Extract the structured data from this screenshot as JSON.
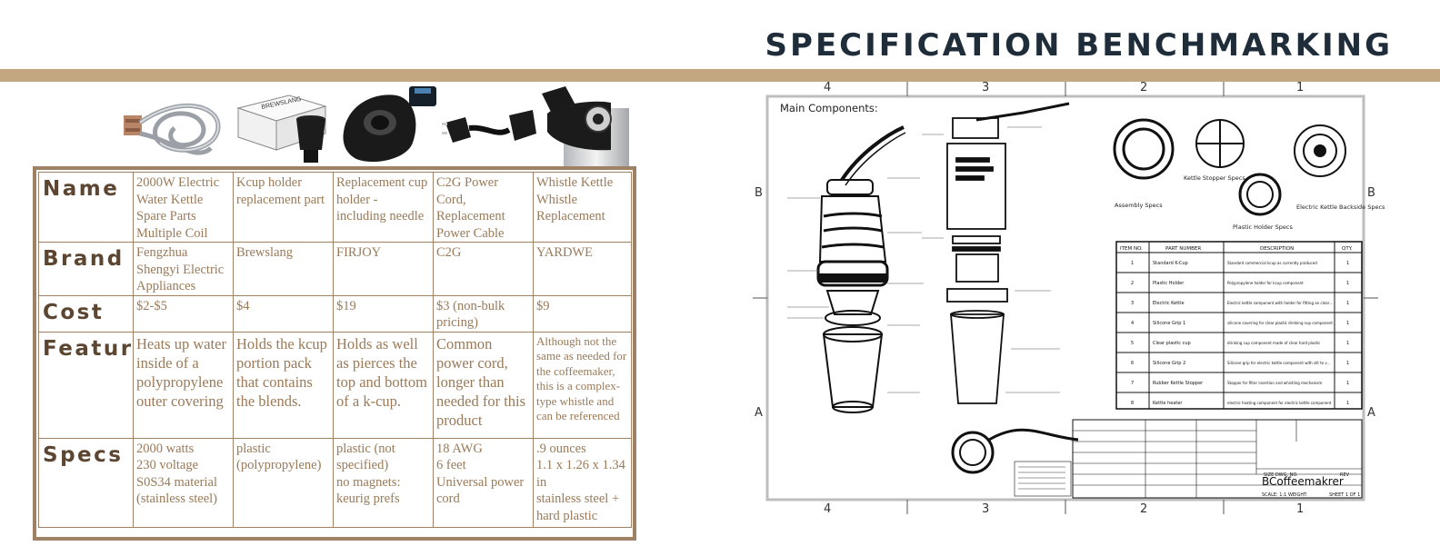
{
  "page": {
    "title": "SPECIFICATION BENCHMARKING"
  },
  "spec_table": {
    "rows": [
      {
        "label": "Name",
        "cells": [
          "2000W Electric Water Kettle Spare Parts Multiple Coil",
          "Kcup holder replacement part",
          "Replacement cup holder - including needle",
          "C2G Power Cord, Replacement Power Cable",
          "Whistle Kettle Whistle Replacement"
        ]
      },
      {
        "label": "Brand",
        "cells": [
          "Fengzhua Shengyi Electric Appliances",
          "Brewslang",
          "FIRJOY",
          "C2G",
          "YARDWE"
        ]
      },
      {
        "label": "Cost",
        "cells": [
          "$2-$5",
          "$4",
          "$19",
          "$3 (non-bulk pricing)",
          "$9"
        ]
      },
      {
        "label": "Features",
        "cells": [
          "Heats up water inside of a polypropylene outer covering",
          "Holds the kcup portion pack that contains the blends.",
          "Holds as well as pierces the top and bottom of a k-cup.",
          "Common power cord, longer than needed for this product",
          "Although not the same as needed for the coffeemaker, this is a complex-type whistle and can be referenced"
        ]
      },
      {
        "label": "Specs",
        "cells": [
          "2000 watts\n230 voltage\nS0S34 material (stainless steel)",
          "plastic (polypropylene)",
          "plastic (not specified)\nno magnets: keurig prefs",
          "18 AWG\n6 feet\nUniversal power cord",
          ".9 ounces\n1.1 x 1.26 x 1.34 in\nstainless steel + hard plastic"
        ]
      }
    ]
  },
  "product_box_brand": "BREWSLANG",
  "drawing": {
    "label": "Main Components:",
    "col_labels": [
      "4",
      "3",
      "2",
      "1"
    ],
    "row_labels": [
      "B",
      "A"
    ],
    "bom": {
      "headers": [
        "ITEM NO.",
        "PART NUMBER",
        "DESCRIPTION",
        "QTY."
      ],
      "rows": [
        [
          "1",
          "Standard K-Cup",
          "Standard commercial kcup as currently produced",
          "1"
        ],
        [
          "2",
          "Plastic Holder",
          "Polypropylene holder for kcup component",
          "1"
        ],
        [
          "3",
          "Electric Kettle",
          "Electric kettle component with holder for fitting an clear plastic cup component",
          "1"
        ],
        [
          "4",
          "Silicone Grip 1",
          "silicone covering for clear plastic drinking cup component",
          "1"
        ],
        [
          "5",
          "Clear plastic cup",
          "drinking cup component made of clear hard plastic",
          "1"
        ],
        [
          "6",
          "Silicone Grip 2",
          "Silicone grip for electric kettle component with slit to view and measure water level",
          "1"
        ],
        [
          "7",
          "Rubber Kettle Stopper",
          "Stopper for filter insertion and whistling mechanism",
          "1"
        ],
        [
          "8",
          "Kettle heater",
          "electric heating component for electric kettle component",
          "1"
        ]
      ]
    },
    "view_labels": {
      "assembly": "Assembly Specs",
      "stopper": "Kettle Stopper Specs",
      "holder": "Plastic Holder Specs",
      "kettle": "Electric Kettle Backside Specs"
    },
    "title_block": {
      "name": "BCoffeemakrer",
      "size_label": "SIZE DWG. NO.",
      "rev_label": "REV",
      "scale": "SCALE: 1:1  WEIGHT:",
      "sheet": "SHEET 1 OF 1"
    }
  }
}
